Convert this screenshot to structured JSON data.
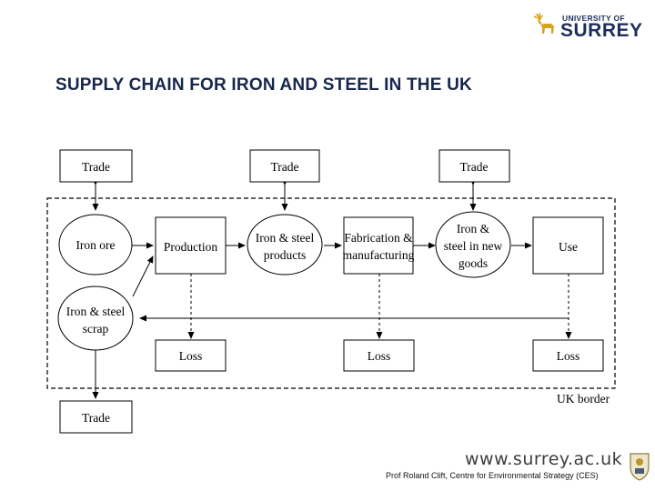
{
  "logo": {
    "line1": "UNIVERSITY OF",
    "line2": "SURREY"
  },
  "title": "SUPPLY CHAIN FOR IRON AND STEEL IN THE UK",
  "diagram": {
    "trade_iron_ore": "Trade",
    "trade_products": "Trade",
    "trade_new_goods": "Trade",
    "iron_ore": "Iron ore",
    "production": "Production",
    "products": [
      "Iron & steel",
      "products"
    ],
    "fabrication": [
      "Fabrication &",
      "manufacturing"
    ],
    "new_goods": [
      "Iron &",
      "steel in new",
      "goods"
    ],
    "use": "Use",
    "scrap": [
      "Iron & steel",
      "scrap"
    ],
    "loss_production": "Loss",
    "loss_fabrication": "Loss",
    "loss_use": "Loss",
    "trade_scrap": "Trade",
    "uk_border": "UK border"
  },
  "footer": {
    "url": "www.surrey.ac.uk",
    "credit": "Prof Roland Clift, Centre for Environmental Strategy (CES)"
  },
  "colors": {
    "title": "#16264d",
    "logo": "#1c2f5a",
    "stag": "#d9a21b"
  }
}
